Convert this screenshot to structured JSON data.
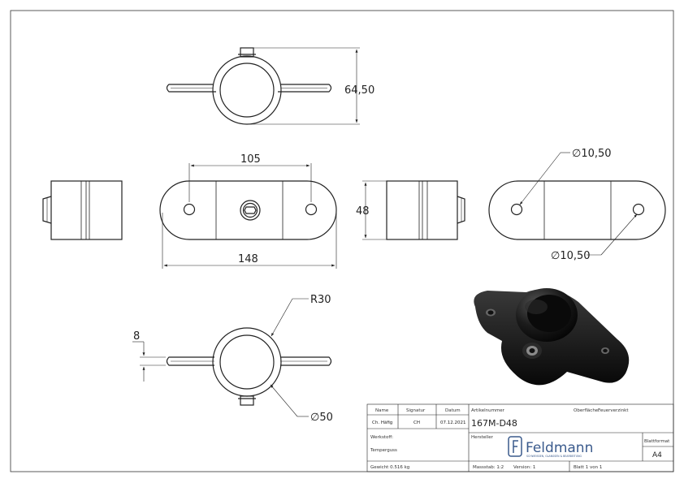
{
  "dimensions": {
    "top_height": "64,50",
    "hole_spacing": "105",
    "overall_length": "148",
    "depth": "48",
    "hole_dia_top": "∅10,50",
    "hole_dia_bottom": "∅10,50",
    "radius": "R30",
    "thickness": "8",
    "tube_dia": "∅50"
  },
  "title_block": {
    "col_name": "Name",
    "col_signature": "Signatur",
    "col_date": "Datum",
    "name_value": "Ch. Häfig",
    "signature_value": "CH",
    "date_value": "07.12.2021",
    "article_label": "Artikelnummer",
    "article_number": "167M-D48",
    "surface_label": "Oberfläche:",
    "surface_value": "Feuerverzinkt",
    "manufacturer_label": "Hersteller",
    "logo_text": "Feldmann",
    "logo_subtext": "SCHWEISSEN, GLANSSEN & BEARBEITUNG",
    "material_label": "Werkstoff:",
    "material_value": "Temperguss",
    "sheet_format_label": "Blattformat",
    "sheet_format_value": "A4",
    "weight": "Gewicht 0.516 kg",
    "scale": "Massstab: 1:2",
    "version": "Version: 1",
    "sheet": "Blatt 1 von 1"
  },
  "colors": {
    "line": "#222222",
    "logo": "#3a5a8c",
    "render": "#151515"
  }
}
